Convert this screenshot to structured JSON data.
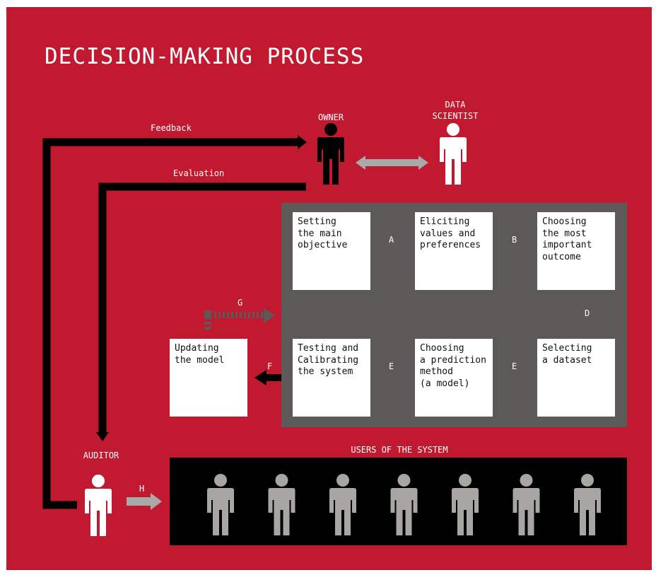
{
  "title": "DECISION-MAKING PROCESS",
  "roles": {
    "owner": "OWNER",
    "data_scientist": "DATA\nSCIENTIST",
    "auditor": "AUDITOR",
    "users": "USERS OF THE SYSTEM"
  },
  "flows": {
    "feedback": "Feedback",
    "evaluation": "Evaluation"
  },
  "steps": {
    "setting_objective": "Setting\nthe main\nobjective",
    "eliciting_values": "Eliciting\nvalues and\npreferences",
    "choosing_outcome": "Choosing\nthe most\nimportant\noutcome",
    "selecting_dataset": "Selecting\na dataset",
    "choosing_method": "Choosing\na prediction\nmethod\n(a model)",
    "testing_calibrating": "Testing and\nCalibrating\nthe system",
    "updating_model": "Updating\nthe model"
  },
  "letters": {
    "a": "A",
    "b": "B",
    "d": "D",
    "e1": "E",
    "e2": "E",
    "f": "F",
    "g": "G",
    "h": "H"
  },
  "colors": {
    "background": "#c1192f",
    "panel": "#5b5a59",
    "person_owner": "#000000",
    "person_scientist": "#ffffff",
    "person_auditor": "#ffffff",
    "person_user": "#a7a6a3",
    "arrow_light": "#a9a9a9"
  },
  "users_count": 7
}
